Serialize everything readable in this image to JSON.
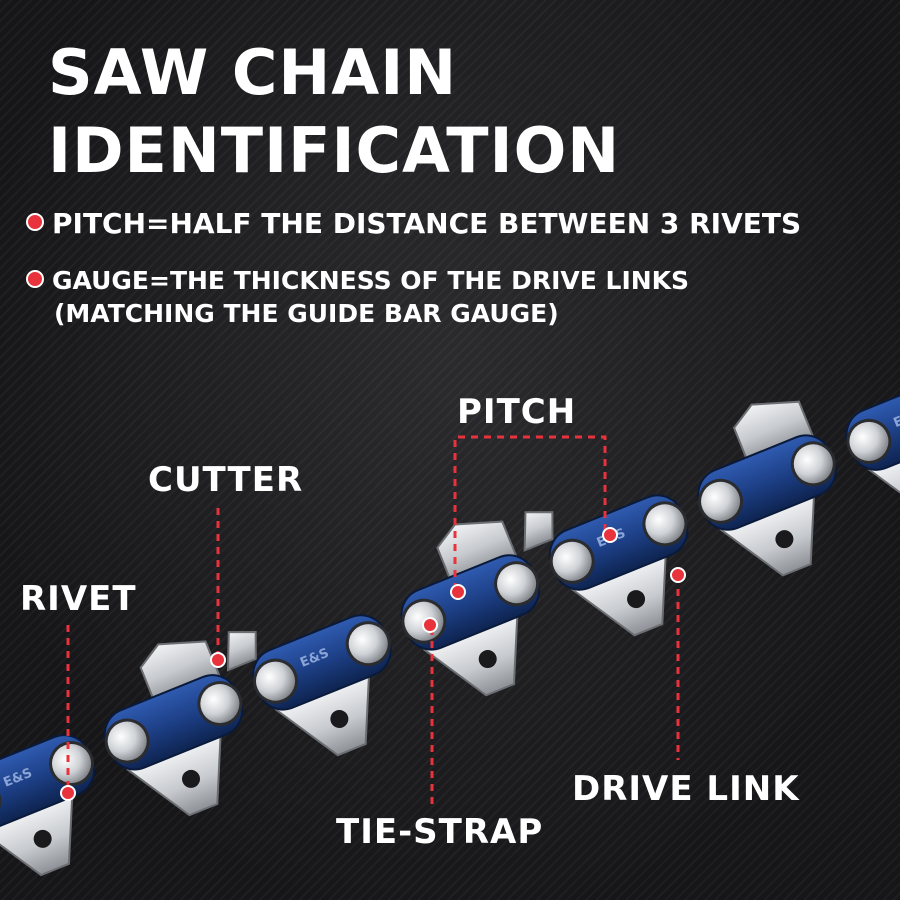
{
  "title": {
    "line1": "SAW CHAIN",
    "line2": "IDENTIFICATION"
  },
  "bullets": [
    {
      "text": "PITCH=HALF THE DISTANCE BETWEEN 3 RIVETS"
    },
    {
      "line1": "GAUGE=THE THICKNESS OF THE DRIVE LINKS",
      "line2": "(MATCHING THE GUIDE BAR GAUGE)"
    }
  ],
  "labels": {
    "pitch": "PITCH",
    "cutter": "CUTTER",
    "rivet": "RIVET",
    "drive_link": "DRIVE LINK",
    "tie_strap": "TIE-STRAP"
  },
  "link_marking": "E&S",
  "colors": {
    "marker": "#e8323c",
    "chain_blue": "#1d3f86",
    "chain_silver": "#d4d7dc",
    "background": "#1a1a1c"
  }
}
